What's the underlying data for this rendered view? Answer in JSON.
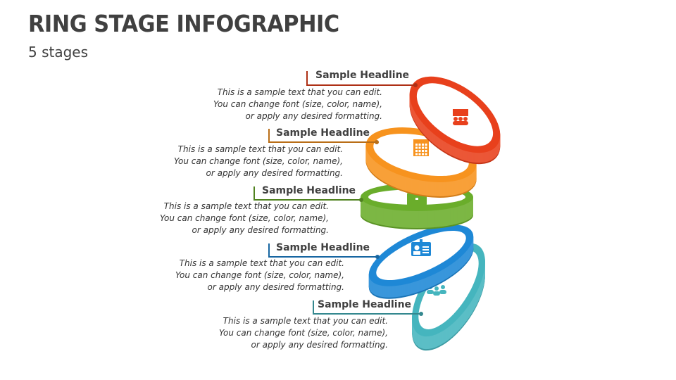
{
  "title": "RING STAGE INFOGRAPHIC",
  "subtitle": "5 stages",
  "stages": [
    {
      "headline": "Sample Headline",
      "lines": [
        "This is a sample text that you can edit.",
        "You can change font (size, color, name),",
        "or apply any desired formatting."
      ],
      "color": "#e8401c",
      "icon": "presentation-audience-icon"
    },
    {
      "headline": "Sample Headline",
      "lines": [
        "This is a sample text that you can edit.",
        "You can change font (size, color, name),",
        "or apply any desired formatting."
      ],
      "color": "#f7931e",
      "icon": "calendar-icon"
    },
    {
      "headline": "Sample Headline",
      "lines": [
        "This is a sample text that you can edit.",
        "You can change font (size, color, name),",
        "or apply any desired formatting."
      ],
      "color": "#6aad2b",
      "icon": "briefcase-icon"
    },
    {
      "headline": "Sample Headline",
      "lines": [
        "This is a sample text that you can edit.",
        "You can change font (size, color, name),",
        "or apply any desired formatting."
      ],
      "color": "#1e88d6",
      "icon": "id-card-icon"
    },
    {
      "headline": "Sample Headline",
      "lines": [
        "This is a sample text that you can edit.",
        "You can change font (size, color, name),",
        "or apply any desired formatting."
      ],
      "color": "#45b5be",
      "icon": "team-idea-icon"
    }
  ]
}
